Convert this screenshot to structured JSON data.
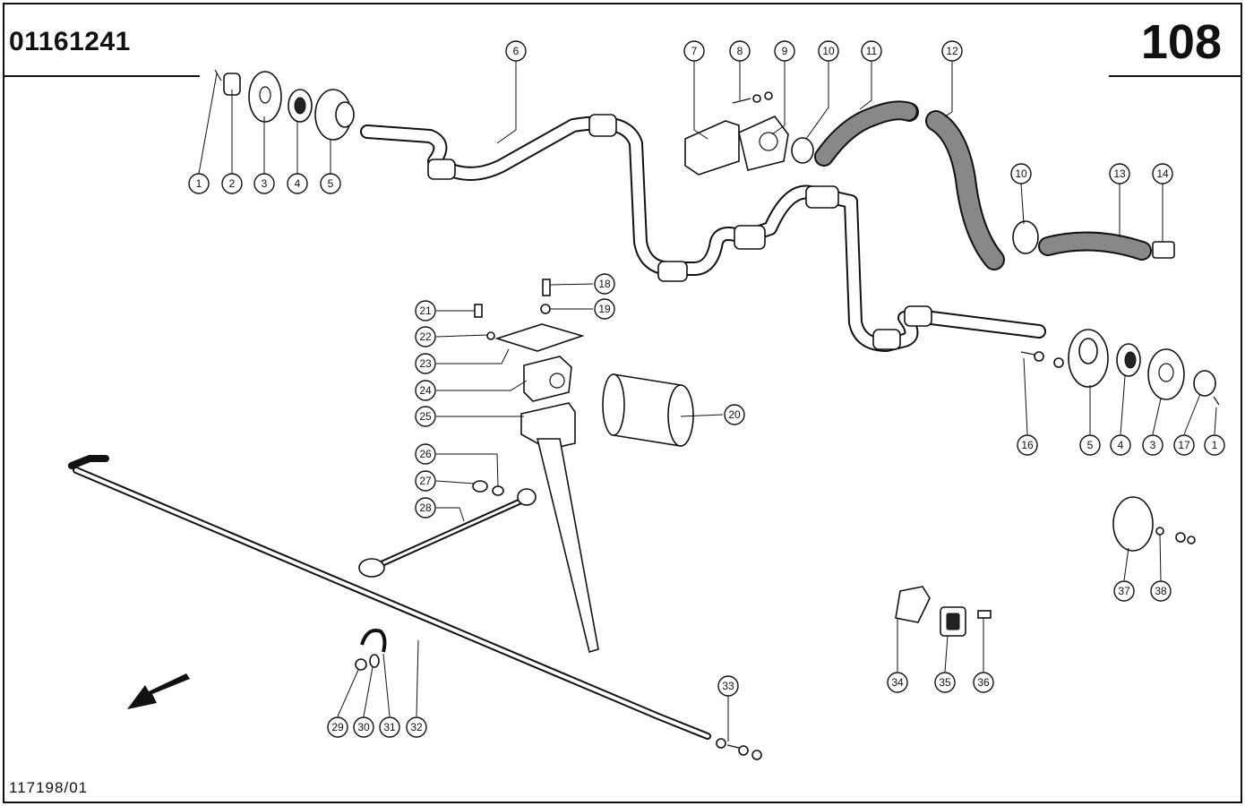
{
  "header": {
    "part_number": "01161241",
    "page_number": "108"
  },
  "footer": {
    "ref_code": "117198/01"
  },
  "callouts": [
    {
      "label": "1"
    },
    {
      "label": "2"
    },
    {
      "label": "3"
    },
    {
      "label": "4"
    },
    {
      "label": "5"
    },
    {
      "label": "6"
    },
    {
      "label": "7"
    },
    {
      "label": "8"
    },
    {
      "label": "9"
    },
    {
      "label": "10"
    },
    {
      "label": "11"
    },
    {
      "label": "12"
    },
    {
      "label": "10"
    },
    {
      "label": "13"
    },
    {
      "label": "14"
    },
    {
      "label": "18"
    },
    {
      "label": "19"
    },
    {
      "label": "21"
    },
    {
      "label": "22"
    },
    {
      "label": "23"
    },
    {
      "label": "24"
    },
    {
      "label": "25"
    },
    {
      "label": "20"
    },
    {
      "label": "26"
    },
    {
      "label": "27"
    },
    {
      "label": "28"
    },
    {
      "label": "16"
    },
    {
      "label": "5"
    },
    {
      "label": "4"
    },
    {
      "label": "3"
    },
    {
      "label": "17"
    },
    {
      "label": "1"
    },
    {
      "label": "37"
    },
    {
      "label": "38"
    },
    {
      "label": "34"
    },
    {
      "label": "35"
    },
    {
      "label": "36"
    },
    {
      "label": "33"
    },
    {
      "label": "29"
    },
    {
      "label": "30"
    },
    {
      "label": "31"
    },
    {
      "label": "32"
    }
  ]
}
